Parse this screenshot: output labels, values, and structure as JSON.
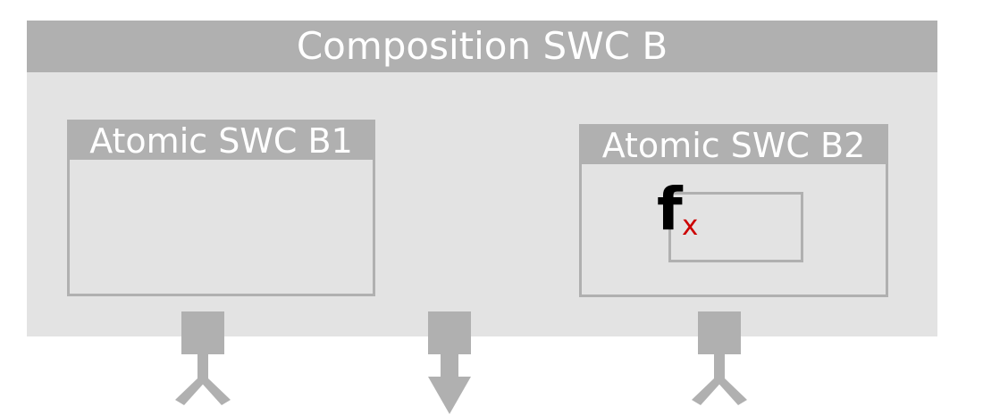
{
  "composition": {
    "title": "Composition SWC B"
  },
  "components": [
    {
      "title": "Atomic SWC B1"
    },
    {
      "title": "Atomic SWC B2"
    }
  ],
  "function": {
    "symbol": "f",
    "subscript": "x"
  },
  "ports": [
    {
      "kind": "receiver-port-icon"
    },
    {
      "kind": "sender-port-icon"
    },
    {
      "kind": "receiver-port-icon"
    }
  ],
  "colors": {
    "frame": "#b0b0b0",
    "fill": "#e3e3e3",
    "label_text": "#ffffff",
    "function_symbol": "#000000",
    "function_subscript": "#cc0000"
  }
}
